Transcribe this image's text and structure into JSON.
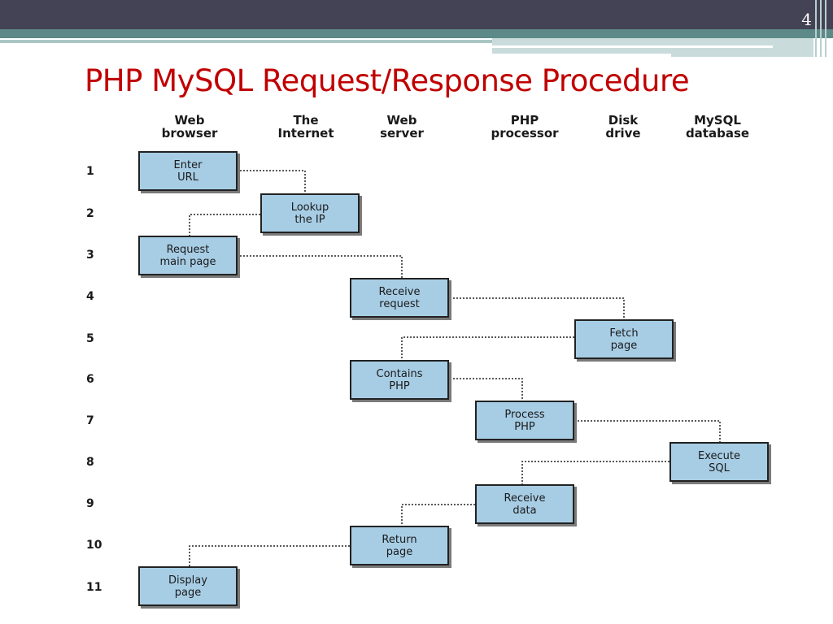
{
  "page_number": "4",
  "title": "PHP MySQL Request/Response Procedure",
  "columns": [
    "Web\nbrowser",
    "The\nInternet",
    "Web\nserver",
    "PHP\nprocessor",
    "Disk\ndrive",
    "MySQL\ndatabase"
  ],
  "rows": [
    "1",
    "2",
    "3",
    "4",
    "5",
    "6",
    "7",
    "8",
    "9",
    "10",
    "11"
  ],
  "steps": [
    {
      "label": "Enter\nURL"
    },
    {
      "label": "Lookup\nthe IP"
    },
    {
      "label": "Request\nmain page"
    },
    {
      "label": "Receive\nrequest"
    },
    {
      "label": "Fetch\npage"
    },
    {
      "label": "Contains\nPHP"
    },
    {
      "label": "Process\nPHP"
    },
    {
      "label": "Execute\nSQL"
    },
    {
      "label": "Receive\ndata"
    },
    {
      "label": "Return\npage"
    },
    {
      "label": "Display\npage"
    }
  ],
  "colors": {
    "box_fill": "#a7cde5",
    "title": "#c00000",
    "header_bar": "#434355",
    "accent_bar": "#5d8a88"
  }
}
